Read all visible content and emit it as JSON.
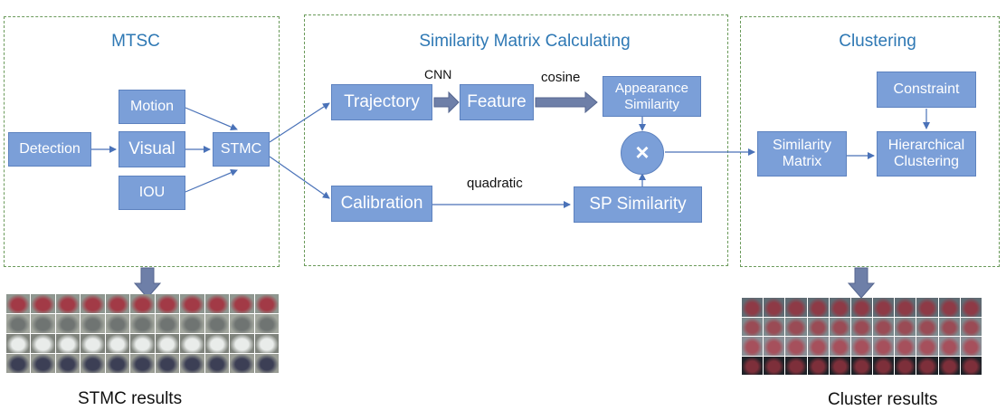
{
  "panels": {
    "mtsc": "MTSC",
    "similarity": "Similarity Matrix Calculating",
    "clustering": "Clustering"
  },
  "nodes": {
    "detection": "Detection",
    "motion": "Motion",
    "visual": "Visual",
    "iou": "IOU",
    "stmc": "STMC",
    "trajectory": "Trajectory",
    "feature": "Feature",
    "appearance_line1": "Appearance",
    "appearance_line2": "Similarity",
    "calibration": "Calibration",
    "sp_similarity": "SP Similarity",
    "multiply_symbol": "×",
    "similarity_matrix_line1": "Similarity",
    "similarity_matrix_line2": "Matrix",
    "constraint": "Constraint",
    "hierarchical_line1": "Hierarchical",
    "hierarchical_line2": "Clustering"
  },
  "edge_labels": {
    "cnn": "CNN",
    "cosine": "cosine",
    "quadratic": "quadratic"
  },
  "captions": {
    "stmc_results": "STMC results",
    "cluster_results": "Cluster results"
  },
  "colors": {
    "node_fill": "#7b9fd8",
    "node_border": "#5d82bf",
    "panel_border": "#6a9a5a",
    "title_text": "#2e78b4",
    "arrow": "#4a72b8"
  }
}
